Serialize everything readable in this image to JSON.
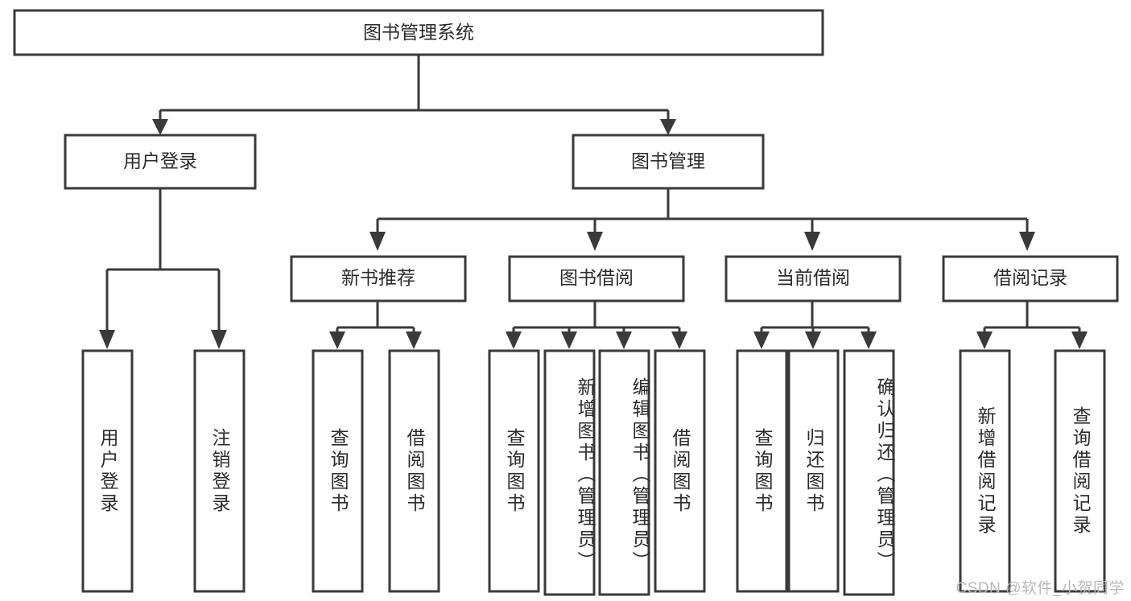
{
  "diagram": {
    "title_node": {
      "label": "图书管理系统"
    },
    "level2": [
      {
        "id": "user-login",
        "label": "用户登录"
      },
      {
        "id": "book-management",
        "label": "图书管理"
      }
    ],
    "level3": [
      {
        "id": "new-book-recommend",
        "label": "新书推荐"
      },
      {
        "id": "book-borrow",
        "label": "图书借阅"
      },
      {
        "id": "current-borrow",
        "label": "当前借阅"
      },
      {
        "id": "borrow-record",
        "label": "借阅记录"
      }
    ],
    "leaves": {
      "user_login": [
        {
          "id": "leaf-user-login",
          "label": "用户登录"
        },
        {
          "id": "leaf-logout-login",
          "label": "注销登录"
        }
      ],
      "new_book_recommend": [
        {
          "id": "leaf-query-books-1",
          "label": "查询图书"
        },
        {
          "id": "leaf-borrow-books-1",
          "label": "借阅图书"
        }
      ],
      "book_borrow": [
        {
          "id": "leaf-query-books-2",
          "label": "查询图书"
        },
        {
          "id": "leaf-add-book-admin",
          "label": "新增图书（管理员）"
        },
        {
          "id": "leaf-edit-book-admin",
          "label": "编辑图书（管理员）"
        },
        {
          "id": "leaf-borrow-books-2",
          "label": "借阅图书"
        }
      ],
      "current_borrow": [
        {
          "id": "leaf-query-books-3",
          "label": "查询图书"
        },
        {
          "id": "leaf-return-books",
          "label": "归还图书"
        },
        {
          "id": "leaf-confirm-return-admin",
          "label": "确认归还（管理员）"
        }
      ],
      "borrow_record": [
        {
          "id": "leaf-add-borrow-record",
          "label": "新增借阅记录"
        },
        {
          "id": "leaf-query-borrow-record",
          "label": "查询借阅记录"
        }
      ]
    }
  },
  "watermark": {
    "text": "CSDN @软件_小贺同学"
  },
  "colors": {
    "stroke": "#3a3a3a",
    "text": "#2b2b2b",
    "background": "#ffffff",
    "watermark": "#b9b9b9"
  }
}
